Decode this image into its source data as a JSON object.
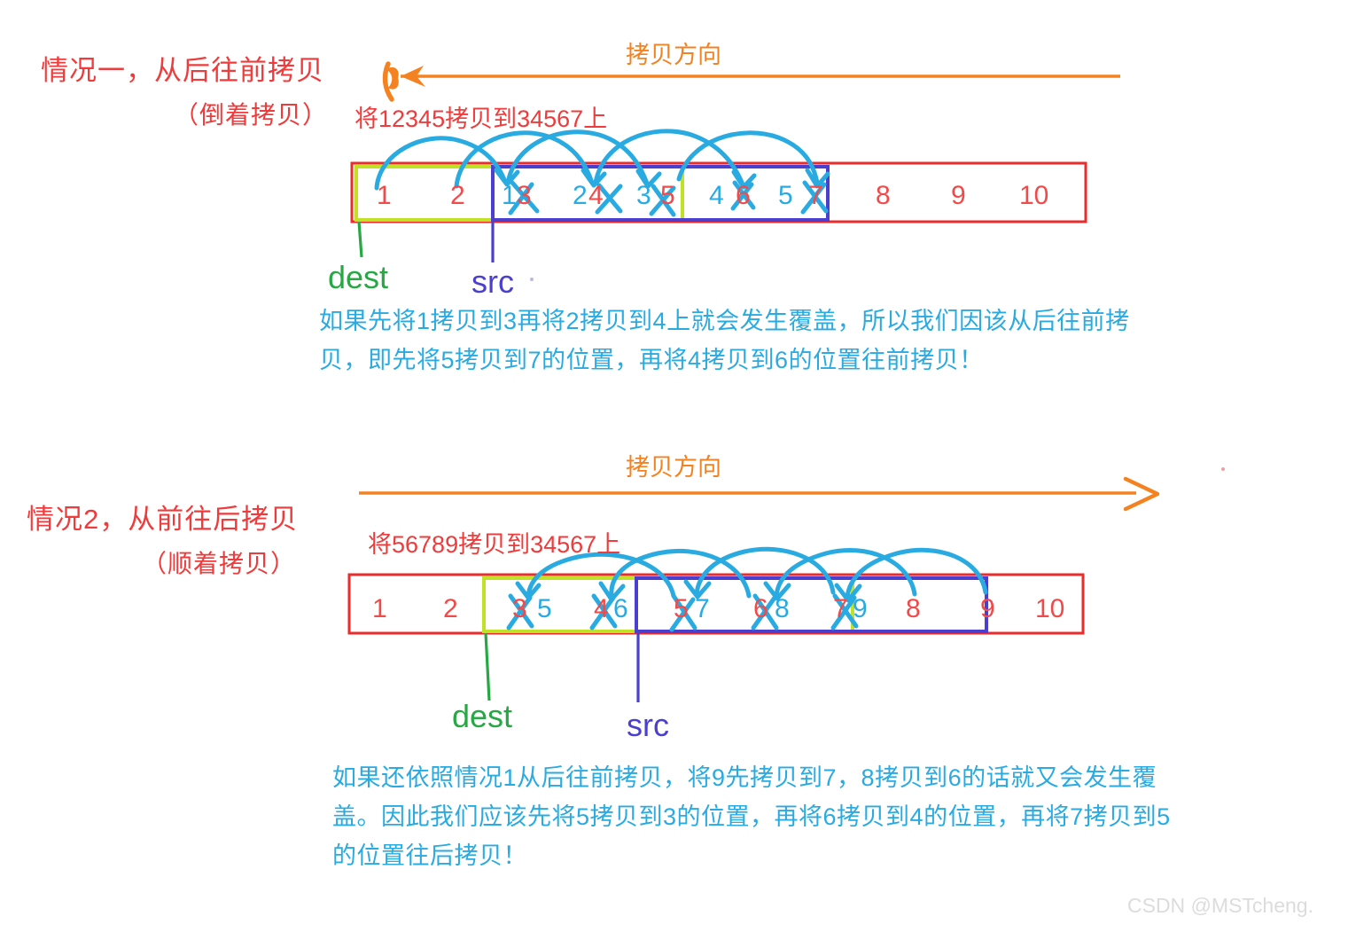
{
  "page": {
    "watermark": "CSDN @MSTcheng."
  },
  "case1": {
    "title": "情况一，从后往前拷贝",
    "subtitle": "（倒着拷贝）",
    "direction_label": "拷贝方向",
    "direction_arrow": "left-arrow-icon",
    "copy_label": "将12345拷贝到34567上",
    "dest_label": "dest",
    "src_label": "src",
    "explanation": "如果先将1拷贝到3再将2拷贝到4上就会发生覆盖，所以我们因该从后往前拷贝，即先将5拷贝到7的位置，再将4拷贝到6的位置往前拷贝！",
    "array": {
      "base_values": [
        "1",
        "2",
        "3",
        "4",
        "5",
        "6",
        "7",
        "8",
        "9",
        "10"
      ],
      "overlay_values": [
        "",
        "",
        "1",
        "2",
        "3",
        "4",
        "5",
        "",
        "",
        ""
      ],
      "struck_indices": [
        2,
        3,
        4,
        5,
        6
      ],
      "dest_range": [
        0,
        4
      ],
      "src_range": [
        2,
        6
      ]
    },
    "arcs": [
      {
        "from": 0,
        "to": 2
      },
      {
        "from": 1,
        "to": 3
      },
      {
        "from": 2,
        "to": 4
      },
      {
        "from": 3,
        "to": 5
      },
      {
        "from": 4,
        "to": 6
      }
    ],
    "colors": {
      "array_border": "#ee2b2b",
      "dest_border": "#bfe226",
      "src_border": "#4b3fd0",
      "arc": "#29abe2",
      "direction": "#f58220",
      "heading": "#ef3b3b",
      "explanation": "#29abe2"
    }
  },
  "case2": {
    "title": "情况2，从前往后拷贝",
    "subtitle": "（顺着拷贝）",
    "direction_label": "拷贝方向",
    "direction_arrow": "right-arrow-icon",
    "copy_label": "将56789拷贝到34567上",
    "dest_label": "dest",
    "src_label": "src",
    "explanation": "如果还依照情况1从后往前拷贝，将9先拷贝到7，8拷贝到6的话就又会发生覆盖。因此我们应该先将5拷贝到3的位置，再将6拷贝到4的位置，再将7拷贝到5的位置往后拷贝！",
    "array": {
      "base_values": [
        "1",
        "2",
        "3",
        "4",
        "5",
        "6",
        "7",
        "8",
        "9",
        "10"
      ],
      "overlay_values": [
        "",
        "",
        "5",
        "6",
        "7",
        "8",
        "9",
        "",
        "",
        ""
      ],
      "struck_indices": [
        2,
        3,
        4,
        5,
        6
      ],
      "dest_range": [
        2,
        6
      ],
      "src_range": [
        4,
        8
      ]
    },
    "arcs": [
      {
        "from": 4,
        "to": 2
      },
      {
        "from": 5,
        "to": 3
      },
      {
        "from": 6,
        "to": 4
      },
      {
        "from": 7,
        "to": 5
      },
      {
        "from": 8,
        "to": 6
      }
    ],
    "colors": {
      "array_border": "#ee2b2b",
      "dest_border": "#bfe226",
      "src_border": "#4b3fd0",
      "arc": "#29abe2",
      "direction": "#f58220",
      "heading": "#ef3b3b",
      "explanation": "#29abe2"
    }
  }
}
